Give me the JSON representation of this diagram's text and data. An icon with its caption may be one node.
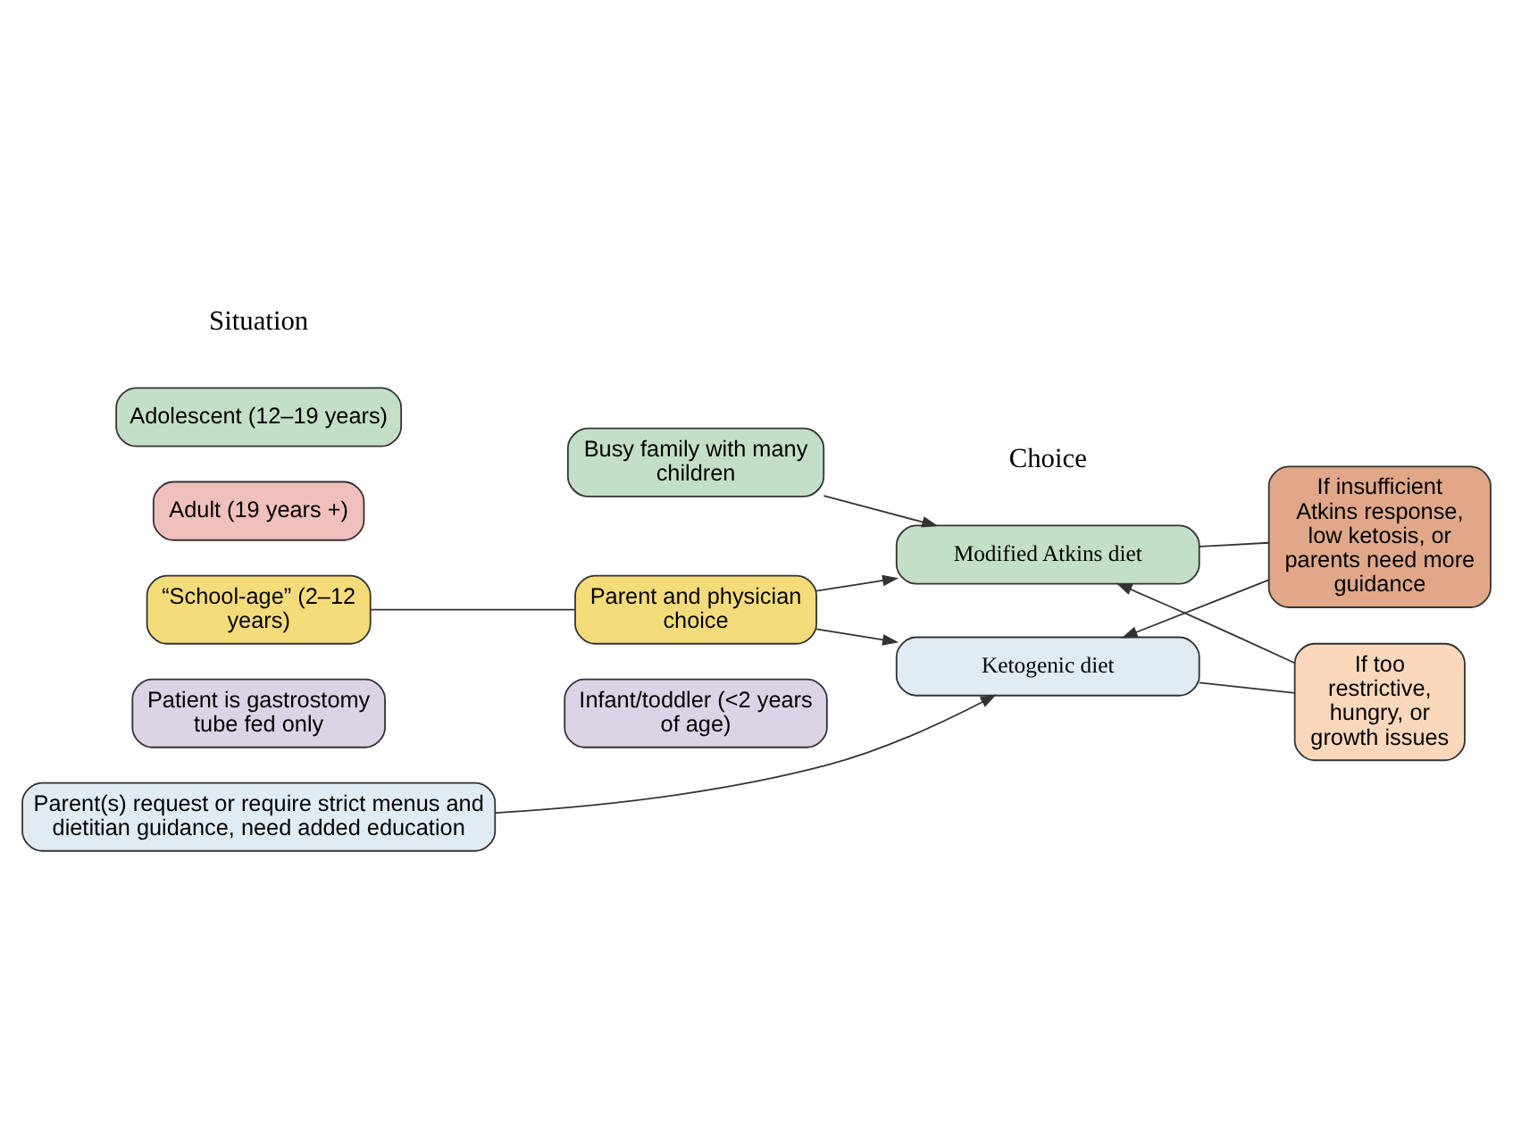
{
  "diagram": {
    "nodes": [
      {
        "text": [
          "Adolescent (12–19 years)"
        ]
      },
      {
        "text": [
          "Busy family with many children"
        ]
      },
      {
        "text": [
          "Adult (19 years +)"
        ]
      },
      {
        "text": [
          "“School-age” (2–12 years)"
        ]
      },
      {
        "text": [
          "Parent and physician choice"
        ]
      },
      {
        "text": [
          "Patient is gastrostomy tube fed only"
        ]
      },
      {
        "text": [
          "Infant/toddler (<2 years of age)"
        ]
      },
      {
        "text": [
          "Parent(s) request or require strict menus and dietitian guidance, need added education"
        ]
      },
      {
        "text": [
          "Modified Atkins diet"
        ]
      },
      {
        "text": [
          "If too restrictive, hungry, or growth issues"
        ]
      },
      {
        "text": [
          "If insufficient Atkins response, low ketosis, or parents need more guidance"
        ]
      },
      {
        "text": [
          "Ketogenic diet"
        ]
      }
    ],
    "edges": [
      {
        "from": 1,
        "to": 8,
        "arrow": "to"
      },
      {
        "from": 3,
        "to": 4,
        "arrow": "none"
      },
      {
        "from": 4,
        "to": 8,
        "arrow": "to"
      },
      {
        "from": 4,
        "to": 11,
        "arrow": "to"
      },
      {
        "from": 7,
        "to": 11,
        "arrow": "to"
      },
      {
        "from": 8,
        "to": 10,
        "arrow": "none"
      },
      {
        "from": 10,
        "to": 11,
        "arrow": "to"
      },
      {
        "from": 11,
        "to": 9,
        "arrow": "none"
      },
      {
        "from": 9,
        "to": 8,
        "arrow": "to"
      }
    ],
    "labels": [
      "Situation",
      "Choice"
    ]
  }
}
